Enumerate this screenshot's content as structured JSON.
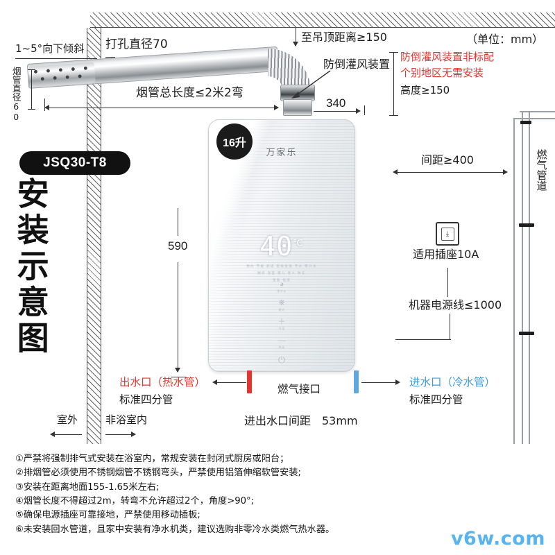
{
  "meta": {
    "unit_note": "（单位：mm）",
    "model_pill": "JSQ30-T8",
    "big_title": "安装示意图",
    "watermark": "v6w.com"
  },
  "colors": {
    "red": "#e2352f",
    "blue": "#3f9bd6",
    "ink": "#141414",
    "watermark": "#57b4f0"
  },
  "flue": {
    "slope_label": "1~5°向下倾斜",
    "pipe_diameter_label": "烟管直径60",
    "hole_diameter_label": "打孔直径70",
    "total_length_label": "烟管总长度≤2米2弯",
    "ceiling_distance_label": "至吊顶距离≥150",
    "backdraft_device_label": "防倒灌风装置",
    "dim_340": "340",
    "warning_line1": "防倒灌风装置非标配",
    "warning_line2": "个别地区无需安装",
    "height_label": "高度≥150"
  },
  "heater": {
    "capacity_badge": "16升",
    "brand": "万家乐",
    "display_temp": "40",
    "display_unit": "℃",
    "micro_row_1": "预约 节能 舒适 智能变温 节水 零冷水",
    "micro_row_2": "厨房 浴室 婴儿 老人 防冻",
    "micro_row_3": "强劲  恒温",
    "controls": [
      {
        "glyph": "◕",
        "caption": "零冷水"
      },
      {
        "glyph": "❋",
        "caption": "模式"
      },
      {
        "glyph": "＋",
        "caption": "升温"
      },
      {
        "glyph": "—",
        "caption": "降温"
      },
      {
        "glyph": "⏻",
        "caption": ""
      }
    ],
    "height_dim": "590"
  },
  "ports": {
    "hot_title": "出水口（热水管）",
    "hot_sub": "标准四分管",
    "gas_label": "燃气接口",
    "cold_title": "进水口（冷水管）",
    "cold_sub": "标准四分管",
    "spacing_label": "进出水口间距　53mm"
  },
  "rooms": {
    "outdoor": "室外",
    "indoor": "非浴室内"
  },
  "right": {
    "spacing_label": "间距≥400",
    "socket_label": "适用插座10A",
    "socket_icon": "socket-icon",
    "power_cord_label": "机器电源线≤1000",
    "gas_pipeline_label": "燃气管道"
  },
  "notes": [
    "①严禁将强制排气式安装在浴室内，常规安装在封闭式厨房或阳台；",
    "②排烟管必须使用不锈钢烟管不锈钢弯头，严禁使用铝箔伸缩软管安装;",
    "③安装在距离地面155-1.65米左右;",
    "④烟管长度不得超过2m，转弯不允许超过2个，角度>90°;",
    "⑤确保电源插座可靠接地，严禁使用移动插板;",
    "⑥未安装回水管道，且家中安装有净水机类，建议选购非零冷水类燃气热水器。"
  ]
}
